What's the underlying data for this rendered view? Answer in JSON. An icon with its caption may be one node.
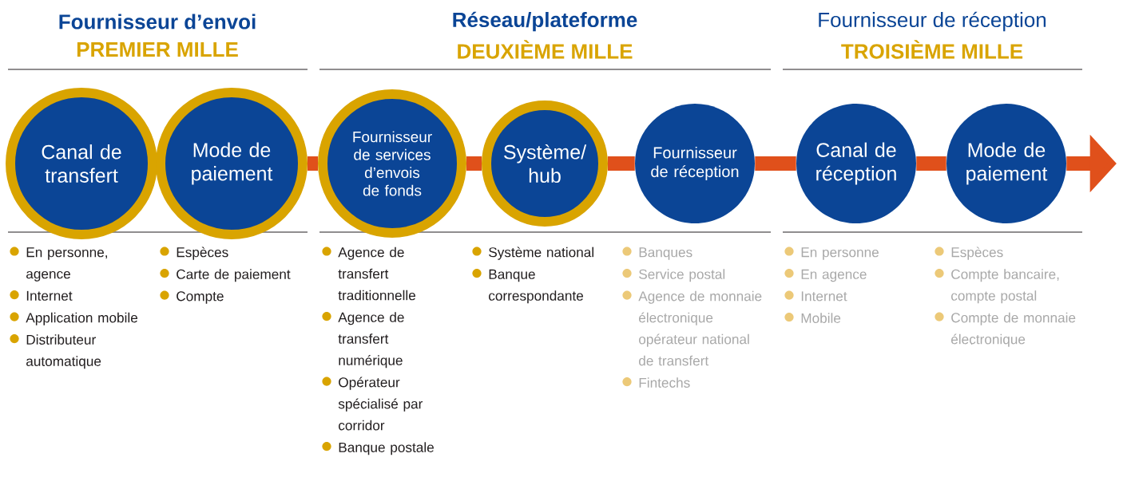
{
  "diagram": {
    "nodes": [
      {
        "text": [
          "Canal de transfert"
        ]
      },
      {
        "text": [
          "Mode de paiement"
        ]
      },
      {
        "text": [
          "Fournisseur de services d’envois de fonds"
        ]
      },
      {
        "text": [
          "Système/ hub"
        ]
      },
      {
        "text": [
          "Fournisseur de réception"
        ]
      },
      {
        "text": [
          "Canal de réception"
        ]
      },
      {
        "text": [
          "Mode de paiement"
        ]
      }
    ],
    "edges": [
      {
        "from": 1,
        "to": 2,
        "arrow": "none"
      },
      {
        "from": 2,
        "to": 3,
        "arrow": "none"
      },
      {
        "from": 3,
        "to": 4,
        "arrow": "none"
      },
      {
        "from": 4,
        "to": 5,
        "arrow": "none"
      },
      {
        "from": 5,
        "to": 6,
        "arrow": "none"
      },
      {
        "from": 6,
        "to": null,
        "arrow": "to"
      }
    ],
    "labels": [
      "Fournisseur d’envoi",
      "PREMIER MILLE",
      "Réseau/plateforme",
      "DEUXIÈME MILLE",
      "Fournisseur de réception",
      "TROISIÈME MILLE",
      "En personne, agence",
      "Internet",
      "Application mobile",
      "Distributeur automatique",
      "Espèces",
      "Carte de paiement",
      "Compte",
      "Agence de transfert traditionnelle",
      "Agence de transfert numérique",
      "Opérateur spécialisé par corridor",
      "Banque postale",
      "Système national",
      "Banque correspondante",
      "Banques",
      "Service postal",
      "Agence de monnaie électronique opérateur national de transfert",
      "Fintechs",
      "En personne",
      "En agence",
      "Internet",
      "Mobile",
      "Espèces",
      "Compte bancaire, compte postal",
      "Compte de monnaie électronique"
    ]
  }
}
